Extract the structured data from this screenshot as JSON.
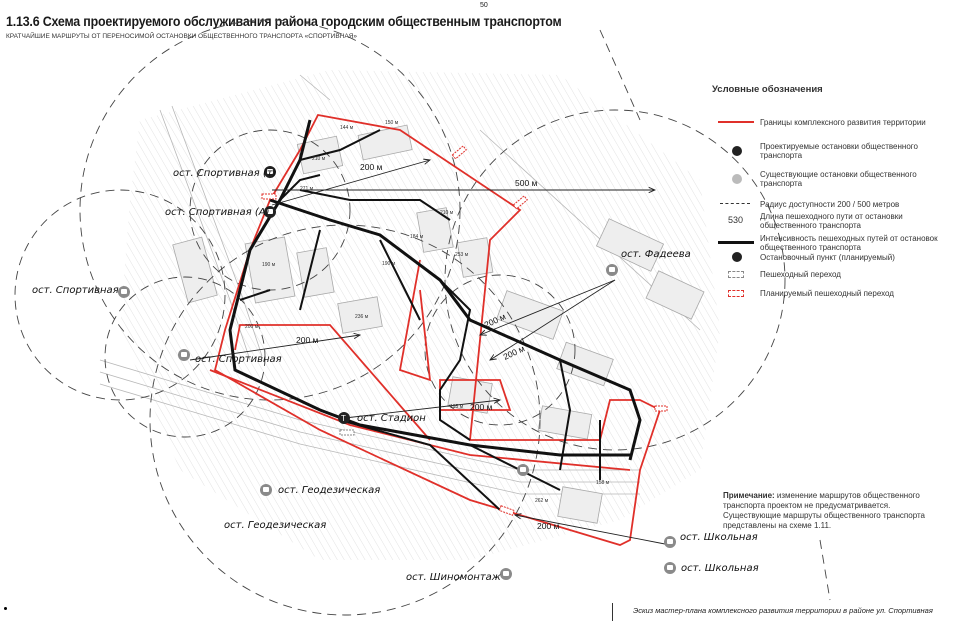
{
  "page_number": "50",
  "title": "1.13.6 Схема проектируемого обслуживания района городским общественным транспортом",
  "subtitle": "Кратчайшие маршруты от переносимой остановки общественного транспорта «Спортивная»",
  "map": {
    "stops": [
      {
        "label": "ост. Спортивная (т)",
        "kind": "projected"
      },
      {
        "label": "ост. Спортивная (А)",
        "kind": "projected"
      },
      {
        "label": "ост. Спортивная",
        "kind": "existing"
      },
      {
        "label": "ост. Спортивная",
        "kind": "existing"
      },
      {
        "label": "ост. Стадион",
        "kind": "point"
      },
      {
        "label": "ост. Фадеева",
        "kind": "existing"
      },
      {
        "label": "ост. Геодезическая",
        "kind": "existing"
      },
      {
        "label": "ост. Геодезическая",
        "kind": "existing"
      },
      {
        "label": "ост. Шиномонтаж",
        "kind": "existing"
      },
      {
        "label": "ост. Школьная",
        "kind": "existing"
      },
      {
        "label": "ост. Школьная",
        "kind": "existing"
      }
    ],
    "distances": [
      "200 м",
      "500 м",
      "200 м",
      "200 м",
      "200 м",
      "200 м",
      "200 м"
    ],
    "path_lengths": [
      "144 м",
      "150 м",
      "210 м",
      "190 м",
      "200 м",
      "236 м",
      "253 м",
      "271 м",
      "158 м",
      "262 м",
      "184 м",
      "190 м",
      "195 м",
      "210 м"
    ]
  },
  "legend": {
    "title": "Условные обозначения",
    "items": [
      {
        "symbol": "red-line",
        "text": "Границы комплексного развития территории"
      },
      {
        "symbol": "projected-stop-icon",
        "text": "Проектируемые остановки общественного транспорта"
      },
      {
        "symbol": "existing-stop-icon",
        "text": "Существующие остановки общественного транспорта"
      },
      {
        "symbol": "dashed-radius",
        "text": "Радиус доступности 200 / 500 метров"
      },
      {
        "symbol": "530",
        "text": "Длина пешеходного пути от остановки общественного транспорта"
      },
      {
        "symbol": "thick-line",
        "text": "Интенсивность пешеходных путей от остановок общественного транспорта"
      },
      {
        "symbol": "stop-point-icon",
        "text": "Остановочный пункт (планируемый)"
      },
      {
        "symbol": "crossing-gray",
        "text": "Пешеходный переход"
      },
      {
        "symbol": "crossing-red",
        "text": "Планируемый пешеходный переход"
      }
    ]
  },
  "note": {
    "label": "Примечание:",
    "text": "изменение маршрутов общественного транспорта проектом не предусматривается. Существующие маршруты общественного транспорта представлены на схеме 1.11."
  },
  "footer": "Эскиз мастер-плана комплексного развития территории в районе ул. Спортивная",
  "colors": {
    "boundary": "#e0302a",
    "route": "#111111",
    "radius": "#444444",
    "stop_projected": "#222222",
    "stop_existing": "#8a8a8a"
  }
}
